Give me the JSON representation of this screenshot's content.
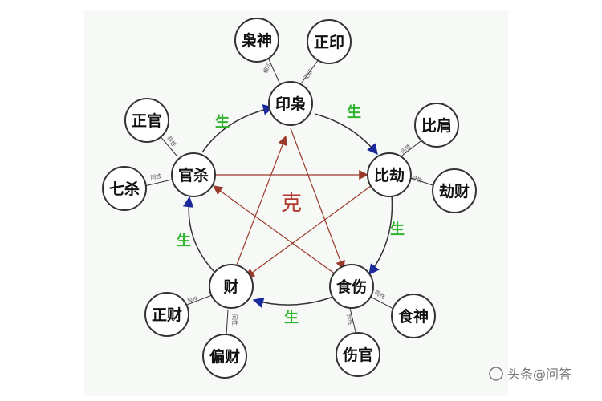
{
  "main_nodes": {
    "yinxiao": "印枭",
    "bijie": "比劫",
    "shishang": "食伤",
    "cai": "财",
    "guansha": "官杀"
  },
  "sub_nodes": {
    "xiaoshen": "枭神",
    "zhengyin": "正印",
    "bijian": "比肩",
    "jiecai": "劫财",
    "shishen": "食神",
    "shangguan": "伤官",
    "piancai": "偏财",
    "zhengcai": "正财",
    "qisha": "七杀",
    "zhengguan": "正官"
  },
  "relations": {
    "sheng": "生",
    "ke": "克"
  },
  "connector_labels": {
    "yinxiao_xiaoshen": "偏印",
    "yinxiao_zhengyin": "正印",
    "bijie_bijian": "同性",
    "bijie_jiecai": "异性",
    "shishang_shishen": "同性",
    "shishang_shangguan": "异性",
    "cai_zhengcai": "异性",
    "cai_piancai": "同性",
    "guansha_zhengguan": "异性",
    "guansha_qisha": "同性"
  },
  "watermark": "头条@问答",
  "colors": {
    "sheng_arrow": "#333333",
    "arrow_head": "#1a2a9a",
    "ke_line": "#9a3a2a",
    "sheng_label": "#2db52d",
    "ke_label": "#b03a2e"
  }
}
